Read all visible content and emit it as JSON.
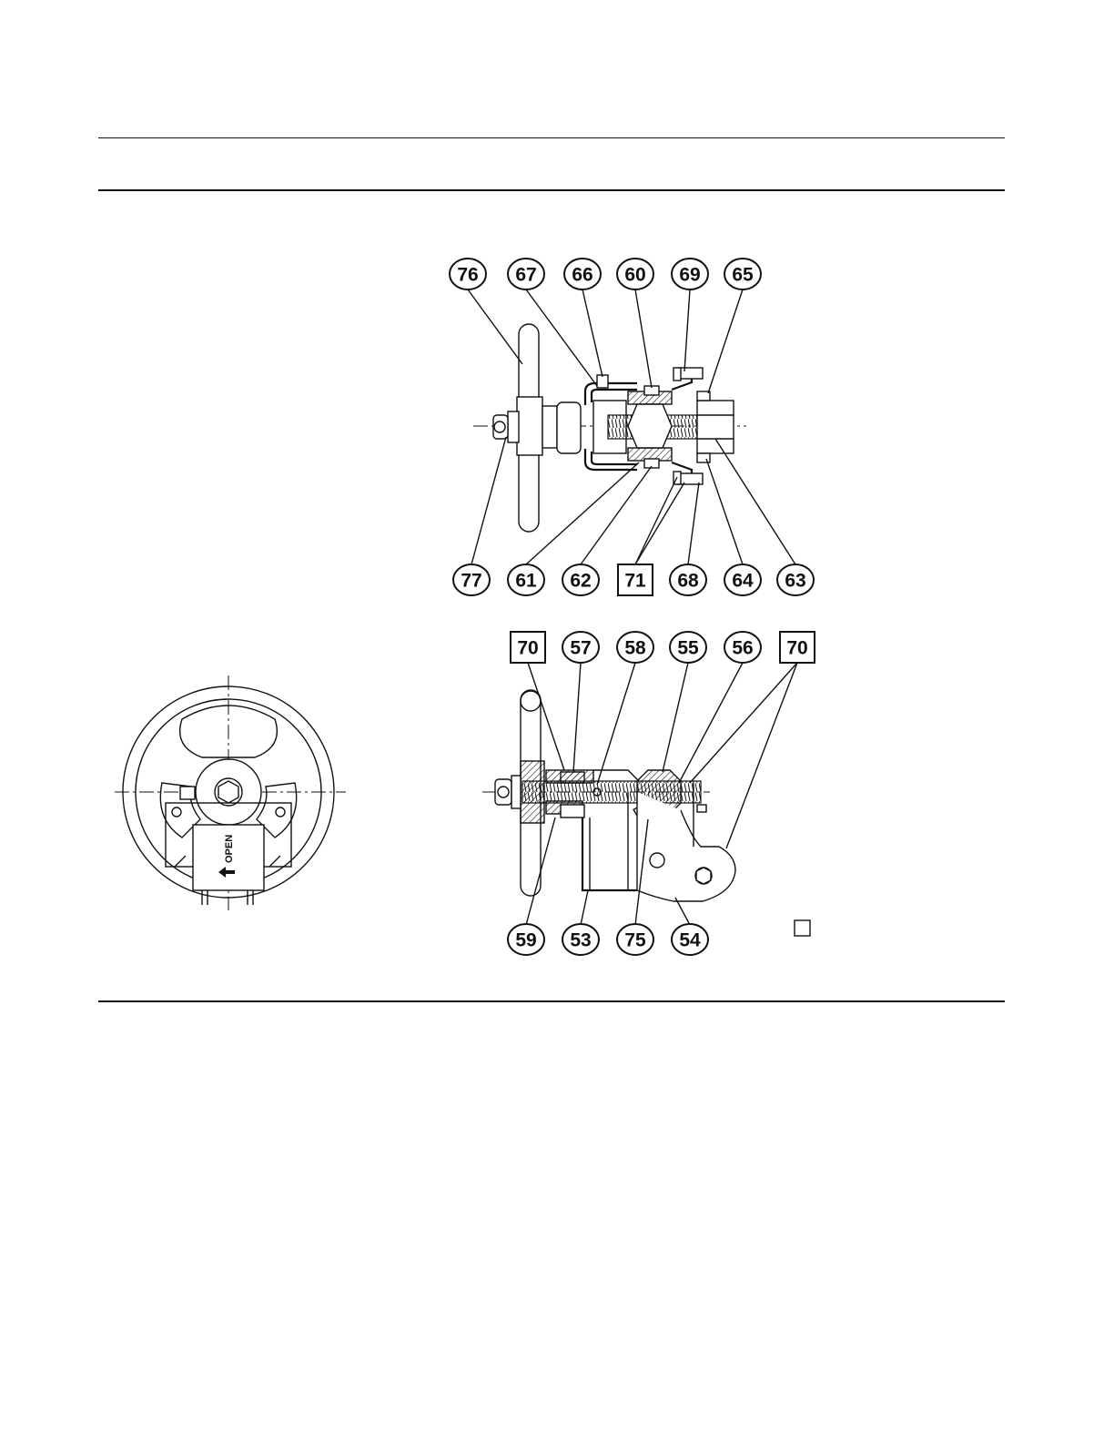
{
  "figure": {
    "top_callouts": [
      {
        "label": "76",
        "shape": "oval"
      },
      {
        "label": "67",
        "shape": "oval"
      },
      {
        "label": "66",
        "shape": "oval"
      },
      {
        "label": "60",
        "shape": "oval"
      },
      {
        "label": "69",
        "shape": "oval"
      },
      {
        "label": "65",
        "shape": "oval"
      }
    ],
    "upper_bottom_callouts": [
      {
        "label": "77",
        "shape": "oval"
      },
      {
        "label": "61",
        "shape": "oval"
      },
      {
        "label": "62",
        "shape": "oval"
      },
      {
        "label": "71",
        "shape": "box"
      },
      {
        "label": "68",
        "shape": "oval"
      },
      {
        "label": "64",
        "shape": "oval"
      },
      {
        "label": "63",
        "shape": "oval"
      }
    ],
    "lower_top_callouts": [
      {
        "label": "70",
        "shape": "box"
      },
      {
        "label": "57",
        "shape": "oval"
      },
      {
        "label": "58",
        "shape": "oval"
      },
      {
        "label": "55",
        "shape": "oval"
      },
      {
        "label": "56",
        "shape": "oval"
      },
      {
        "label": "70",
        "shape": "box"
      }
    ],
    "lower_bottom_callouts": [
      {
        "label": "59",
        "shape": "oval"
      },
      {
        "label": "53",
        "shape": "oval"
      },
      {
        "label": "75",
        "shape": "oval"
      },
      {
        "label": "54",
        "shape": "oval"
      }
    ],
    "handwheel_marking": "OPEN"
  }
}
